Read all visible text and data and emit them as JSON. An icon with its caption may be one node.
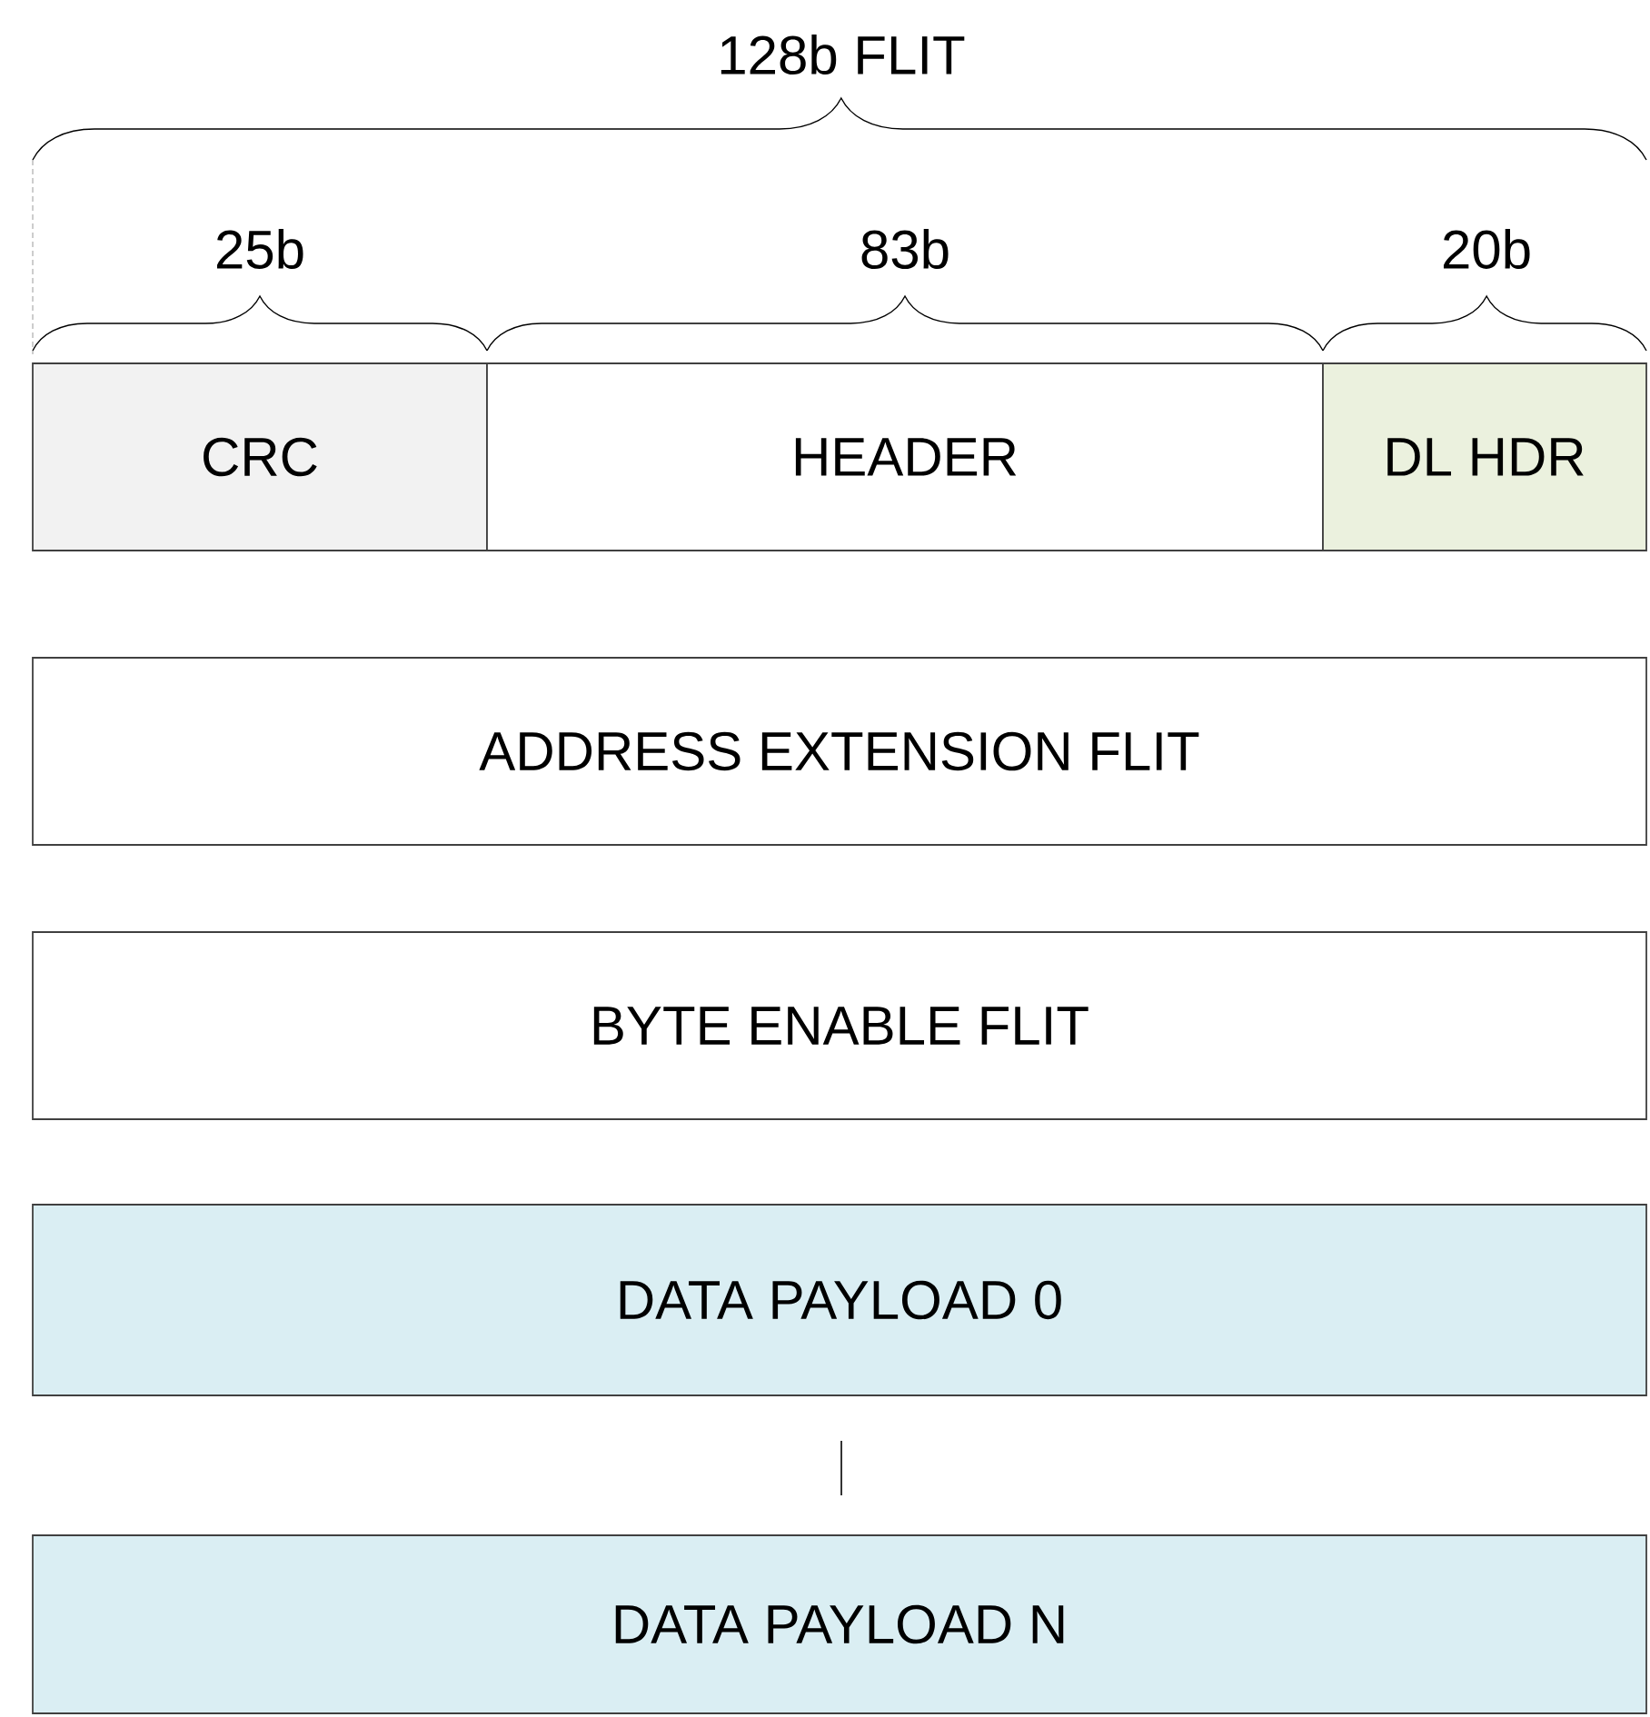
{
  "diagram": {
    "nodes": [
      {
        "text": [
          "CRC"
        ]
      },
      {
        "text": [
          "HEADER"
        ]
      },
      {
        "text": [
          "DL HDR"
        ]
      },
      {
        "text": [
          "ADDRESS EXTENSION FLIT"
        ]
      },
      {
        "text": [
          "BYTE ENABLE FLIT"
        ]
      },
      {
        "text": [
          "DATA PAYLOAD 0"
        ]
      },
      {
        "text": [
          "DATA PAYLOAD N"
        ]
      }
    ],
    "labels": [
      "128b FLIT",
      "25b",
      "83b",
      "20b"
    ]
  }
}
